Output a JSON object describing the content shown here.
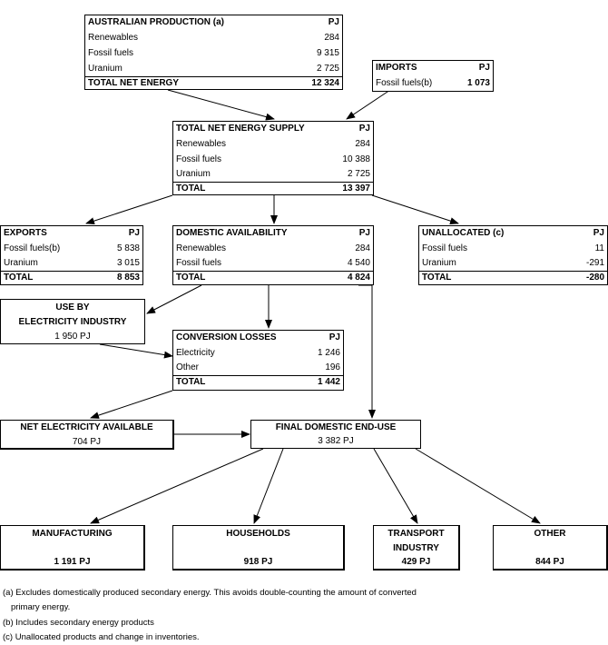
{
  "production": {
    "title": "AUSTRALIAN PRODUCTION (a)",
    "unit": "PJ",
    "rows": [
      [
        "Renewables",
        "284"
      ],
      [
        "Fossil fuels",
        "9 315"
      ],
      [
        "Uranium",
        "2 725"
      ]
    ],
    "total_label": "TOTAL NET ENERGY",
    "total": "12 324"
  },
  "imports": {
    "title": "IMPORTS",
    "unit": "PJ",
    "rows": [
      [
        "Fossil fuels(b)",
        "1 073"
      ]
    ]
  },
  "supply": {
    "title": "TOTAL NET ENERGY SUPPLY",
    "unit": "PJ",
    "rows": [
      [
        "Renewables",
        "284"
      ],
      [
        "Fossil fuels",
        "10 388"
      ],
      [
        "Uranium",
        "2 725"
      ]
    ],
    "total_label": "TOTAL",
    "total": "13 397"
  },
  "exports": {
    "title": "EXPORTS",
    "unit": "PJ",
    "rows": [
      [
        "Fossil fuels(b)",
        "5 838"
      ],
      [
        "Uranium",
        "3 015"
      ]
    ],
    "total_label": "TOTAL",
    "total": "8 853"
  },
  "domestic": {
    "title": "DOMESTIC AVAILABILITY",
    "unit": "PJ",
    "rows": [
      [
        "Renewables",
        "284"
      ],
      [
        "Fossil fuels",
        "4 540"
      ]
    ],
    "total_label": "TOTAL",
    "total": "4 824"
  },
  "unallocated": {
    "title": "UNALLOCATED (c)",
    "unit": "PJ",
    "rows": [
      [
        "Fossil fuels",
        "11"
      ],
      [
        "Uranium",
        "-291"
      ]
    ],
    "total_label": "TOTAL",
    "total": "-280"
  },
  "electricity_use": {
    "line1": "USE BY",
    "line2": "ELECTRICITY INDUSTRY",
    "value": "1 950 PJ"
  },
  "conversion": {
    "title": "CONVERSION LOSSES",
    "unit": "PJ",
    "rows": [
      [
        "Electricity",
        "1 246"
      ],
      [
        "Other",
        "196"
      ]
    ],
    "total_label": "TOTAL",
    "total": "1 442"
  },
  "net_electricity": {
    "title": "NET ELECTRICITY AVAILABLE",
    "value": "704 PJ"
  },
  "final_use": {
    "title": "FINAL DOMESTIC END-USE",
    "value": "3 382 PJ"
  },
  "endpoints": {
    "manufacturing": {
      "title": "MANUFACTURING",
      "value": "1 191 PJ"
    },
    "households": {
      "title": "HOUSEHOLDS",
      "value": "918 PJ"
    },
    "transport": {
      "line1": "TRANSPORT",
      "line2": "INDUSTRY",
      "value": "429 PJ"
    },
    "other": {
      "title": "OTHER",
      "value": "844 PJ"
    }
  },
  "footnotes": {
    "a1": "(a) Excludes domestically produced secondary energy. This avoids double-counting the amount of converted",
    "a2": "primary energy.",
    "b": "(b) Includes secondary energy products",
    "c": "(c) Unallocated products and change in inventories."
  }
}
